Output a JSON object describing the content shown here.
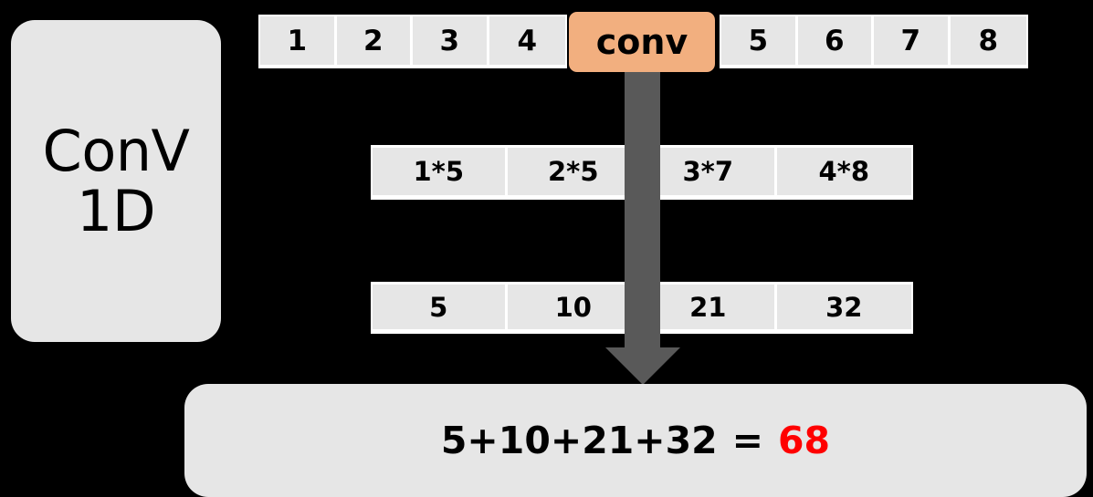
{
  "diagram": {
    "title": "Conv1D convolution illustration",
    "left_panel": {
      "name": "conv1d-label",
      "lines": [
        "ConV",
        "1D"
      ]
    },
    "input_left": {
      "label": "input-sequence-left",
      "cells": [
        "1",
        "2",
        "3",
        "4"
      ]
    },
    "operator": {
      "label": "conv",
      "color": "#F2AF7F"
    },
    "input_right": {
      "label": "input-sequence-right",
      "cells": [
        "5",
        "6",
        "7",
        "8"
      ]
    },
    "products": {
      "label": "elementwise-products",
      "cells": [
        "1*5",
        "2*5",
        "3*7",
        "4*8"
      ]
    },
    "results": {
      "label": "product-results",
      "cells": [
        "5",
        "10",
        "21",
        "32"
      ]
    },
    "summary": {
      "expression": "5+10+21+32",
      "equals": "=",
      "result": "68",
      "result_color": "#FF0000"
    },
    "arrow": {
      "name": "down-arrow-icon",
      "color": "#595959"
    },
    "palette": {
      "background": "#000000",
      "cell_fill": "#E6E6E6",
      "cell_gap": "#FFFFFF",
      "accent_orange": "#F2AF7F",
      "arrow_gray": "#595959",
      "text": "#000000",
      "highlight_red": "#FF0000"
    }
  }
}
